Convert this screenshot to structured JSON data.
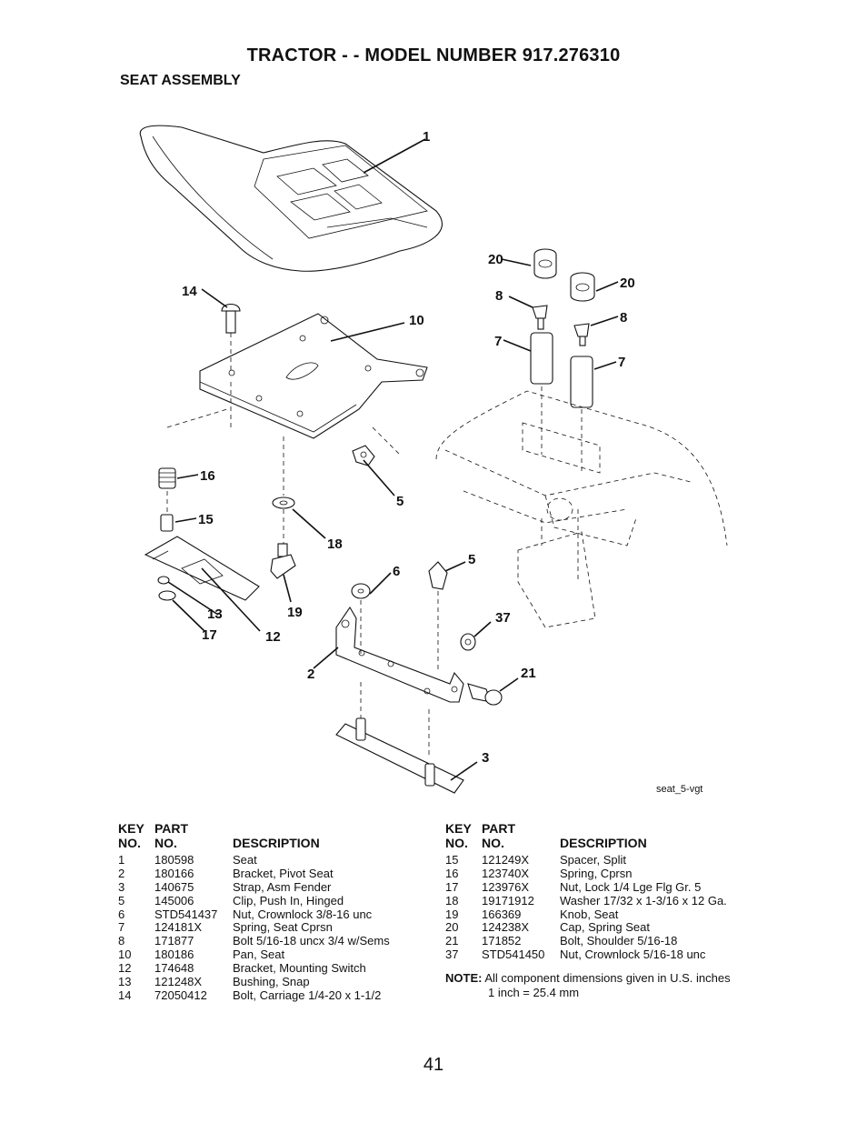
{
  "header": {
    "title": "TRACTOR - - MODEL NUMBER 917.276310",
    "subtitle": "SEAT ASSEMBLY"
  },
  "diagram": {
    "callouts": [
      "1",
      "20",
      "20",
      "8",
      "8",
      "7",
      "7",
      "14",
      "10",
      "16",
      "15",
      "5",
      "18",
      "6",
      "5",
      "13",
      "17",
      "12",
      "19",
      "37",
      "2",
      "21",
      "3"
    ],
    "reference": "seat_5-vgt"
  },
  "table_header": {
    "key": "KEY",
    "part": "PART",
    "no": "NO.",
    "description": "DESCRIPTION"
  },
  "parts_left": [
    {
      "key": "1",
      "part": "180598",
      "desc": "Seat"
    },
    {
      "key": "2",
      "part": "180166",
      "desc": "Bracket, Pivot Seat"
    },
    {
      "key": "3",
      "part": "140675",
      "desc": "Strap, Asm Fender"
    },
    {
      "key": "5",
      "part": "145006",
      "desc": "Clip, Push In, Hinged"
    },
    {
      "key": "6",
      "part": "STD541437",
      "desc": "Nut, Crownlock 3/8-16 unc"
    },
    {
      "key": "7",
      "part": "124181X",
      "desc": "Spring, Seat Cprsn"
    },
    {
      "key": "8",
      "part": "171877",
      "desc": "Bolt 5/16-18 uncx 3/4 w/Sems"
    },
    {
      "key": "10",
      "part": "180186",
      "desc": "Pan, Seat"
    },
    {
      "key": "12",
      "part": "174648",
      "desc": "Bracket, Mounting Switch"
    },
    {
      "key": "13",
      "part": "121248X",
      "desc": "Bushing, Snap"
    },
    {
      "key": "14",
      "part": "72050412",
      "desc": "Bolt, Carriage 1/4-20 x 1-1/2"
    }
  ],
  "parts_right": [
    {
      "key": "15",
      "part": "121249X",
      "desc": "Spacer, Split"
    },
    {
      "key": "16",
      "part": "123740X",
      "desc": "Spring, Cprsn"
    },
    {
      "key": "17",
      "part": "123976X",
      "desc": "Nut, Lock 1/4 Lge Flg Gr. 5"
    },
    {
      "key": "18",
      "part": "19171912",
      "desc": "Washer 17/32 x 1-3/16 x 12 Ga."
    },
    {
      "key": "19",
      "part": "166369",
      "desc": "Knob, Seat"
    },
    {
      "key": "20",
      "part": "124238X",
      "desc": "Cap, Spring Seat"
    },
    {
      "key": "21",
      "part": "171852",
      "desc": "Bolt, Shoulder 5/16-18"
    },
    {
      "key": "37",
      "part": "STD541450",
      "desc": "Nut, Crownlock 5/16-18 unc"
    }
  ],
  "note": {
    "label": "NOTE:",
    "text": "All component dimensions given in U.S. inches",
    "conversion": "1 inch = 25.4 mm"
  },
  "footer": {
    "page_number": "41"
  }
}
